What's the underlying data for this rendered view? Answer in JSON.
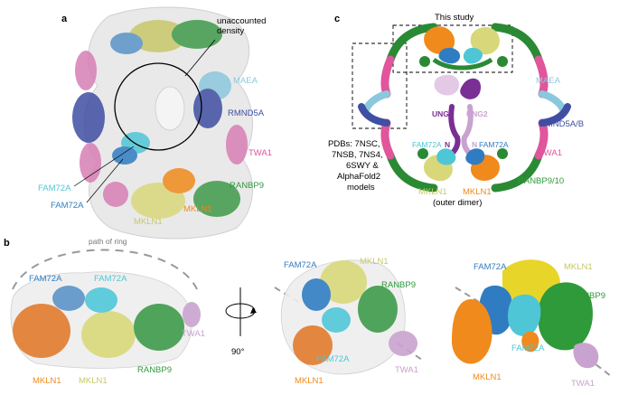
{
  "colors": {
    "maea": "#8ac8dd",
    "rmnd5a": "#3f4fa3",
    "twa1": "#e0559b",
    "fam72a_light": "#4fc6d6",
    "fam72a_dark": "#2f7cc2",
    "mkln1_light": "#d8d87a",
    "mkln1_dark": "#f08a1c",
    "ranbp9": "#2e9a3a",
    "ung2_dark": "#7a2f94",
    "ung2_light": "#c9a3cf",
    "ring_green": "#2a8a34",
    "density": "#e6e6e6"
  },
  "panel_a": {
    "letter": "a",
    "unaccounted": "unaccounted\ndensity",
    "maea": "MAEA",
    "rmnd5a": "RMND5A",
    "twa1": "TWA1",
    "ranbp9": "RANBP9",
    "mkln1_orange": "MKLN1",
    "mkln1_yellow": "MKLN1",
    "fam72a_cyan": "FAM72A",
    "fam72a_blue": "FAM72A"
  },
  "panel_c": {
    "letter": "c",
    "this_study": "This study",
    "maea": "MAEA",
    "rmnd5a": "RMND5A/B",
    "twa1": "TWA1",
    "ranbp9": "RANBP9/10",
    "ung2_dark": "UNG2",
    "ung2_light": "UNG2",
    "fam72a_left": "FAM72A",
    "fam72a_right": "FAM72A",
    "n_dark": "N",
    "n_light": "N",
    "mkln1_left": "MKLN1",
    "mkln1_right": "MKLN1",
    "outer_dimer": "(outer dimer)",
    "pdbs": "PDBs: 7NSC,\n7NSB, 7NS4,\n6SWY &\nAlphaFold2\nmodels"
  },
  "panel_b": {
    "letter": "b",
    "path_of_ring": "path of ring",
    "rotation": "90°",
    "left": {
      "fam72a_1": "FAM72A",
      "fam72a_2": "FAM72A",
      "twa1": "TWA1",
      "ranbp9": "RANBP9",
      "mkln1_orange": "MKLN1",
      "mkln1_yellow": "MKLN1"
    },
    "middle": {
      "fam72a_blue": "FAM72A",
      "fam72a_cyan": "FAM72A",
      "mkln1_yellow": "MKLN1",
      "ranbp9": "RANBP9",
      "twa1": "TWA1",
      "mkln1_orange": "MKLN1"
    },
    "right": {
      "fam72a_blue": "FAM72A",
      "fam72a_cyan": "FAM72A",
      "mkln1_yellow": "MKLN1",
      "ranbp9": "RANBP9",
      "twa1": "TWA1",
      "mkln1_orange": "MKLN1"
    }
  }
}
